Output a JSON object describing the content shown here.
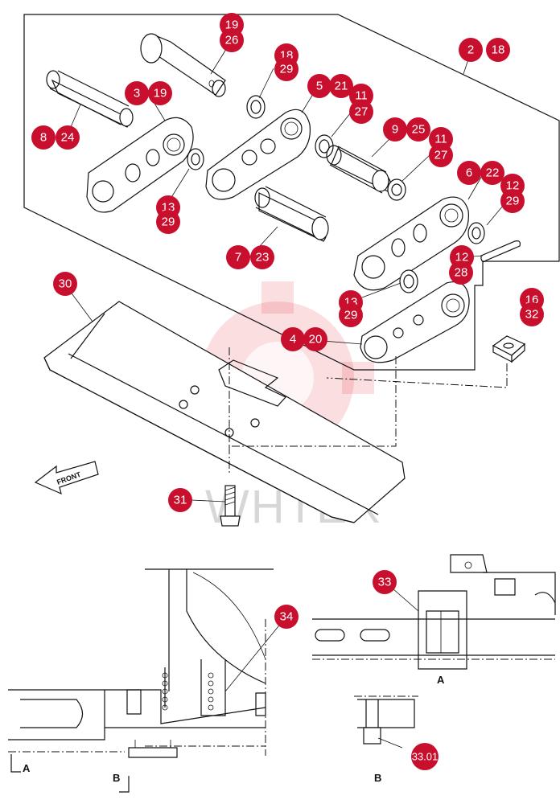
{
  "diagram": {
    "watermark": "WHTEX",
    "front_label": "FRONT",
    "view_labels": {
      "a_main": "A",
      "b_main": "B",
      "a_detail": "A",
      "b_detail": "B"
    },
    "colors": {
      "callout": "#c8102e",
      "callout_text": "#ffffff",
      "line": "#111111",
      "watermark": "#e8323c"
    },
    "callouts": [
      {
        "id": "c-19-hidden",
        "label": "19"
      },
      {
        "id": "c-26",
        "label": "26"
      },
      {
        "id": "c-18-hidden",
        "label": "18"
      },
      {
        "id": "c-29-top",
        "label": "29"
      },
      {
        "id": "c-2",
        "label": "2"
      },
      {
        "id": "c-18",
        "label": "18"
      },
      {
        "id": "c-3",
        "label": "3"
      },
      {
        "id": "c-19",
        "label": "19"
      },
      {
        "id": "c-5",
        "label": "5"
      },
      {
        "id": "c-21",
        "label": "21"
      },
      {
        "id": "c-11-a",
        "label": "11"
      },
      {
        "id": "c-27-a",
        "label": "27"
      },
      {
        "id": "c-8",
        "label": "8"
      },
      {
        "id": "c-24",
        "label": "24"
      },
      {
        "id": "c-9",
        "label": "9"
      },
      {
        "id": "c-25",
        "label": "25"
      },
      {
        "id": "c-11-b",
        "label": "11"
      },
      {
        "id": "c-27-b",
        "label": "27"
      },
      {
        "id": "c-6",
        "label": "6"
      },
      {
        "id": "c-22",
        "label": "22"
      },
      {
        "id": "c-12-hidden",
        "label": "12"
      },
      {
        "id": "c-29-right",
        "label": "29"
      },
      {
        "id": "c-13-hidden-left",
        "label": "13"
      },
      {
        "id": "c-29-left",
        "label": "29"
      },
      {
        "id": "c-7",
        "label": "7"
      },
      {
        "id": "c-23",
        "label": "23"
      },
      {
        "id": "c-12-b",
        "label": "12"
      },
      {
        "id": "c-28",
        "label": "28"
      },
      {
        "id": "c-30",
        "label": "30"
      },
      {
        "id": "c-13",
        "label": "13"
      },
      {
        "id": "c-29-low",
        "label": "29"
      },
      {
        "id": "c-16-hidden",
        "label": "16"
      },
      {
        "id": "c-32",
        "label": "32"
      },
      {
        "id": "c-4",
        "label": "4"
      },
      {
        "id": "c-20",
        "label": "20"
      },
      {
        "id": "c-31",
        "label": "31"
      },
      {
        "id": "c-33",
        "label": "33"
      },
      {
        "id": "c-34",
        "label": "34"
      },
      {
        "id": "c-33-01",
        "label": "33.01"
      }
    ]
  }
}
